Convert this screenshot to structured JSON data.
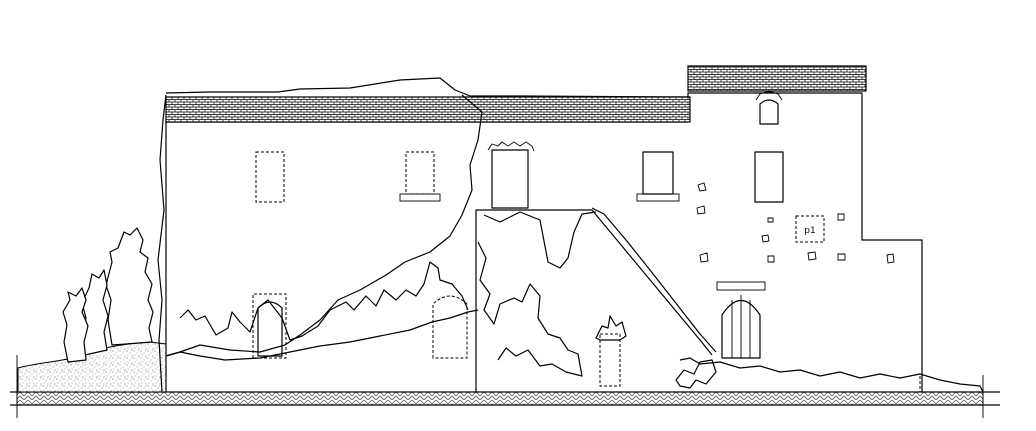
{
  "drawing": {
    "type": "architectural-elevation",
    "tag_label": "p1",
    "colors": {
      "line": "#000000",
      "background": "#ffffff",
      "ground_texture": "#9a9a9a"
    },
    "hatches": [
      "roof-tile-hatch",
      "ground-herringbone-hatch",
      "gravel-stipple"
    ]
  }
}
